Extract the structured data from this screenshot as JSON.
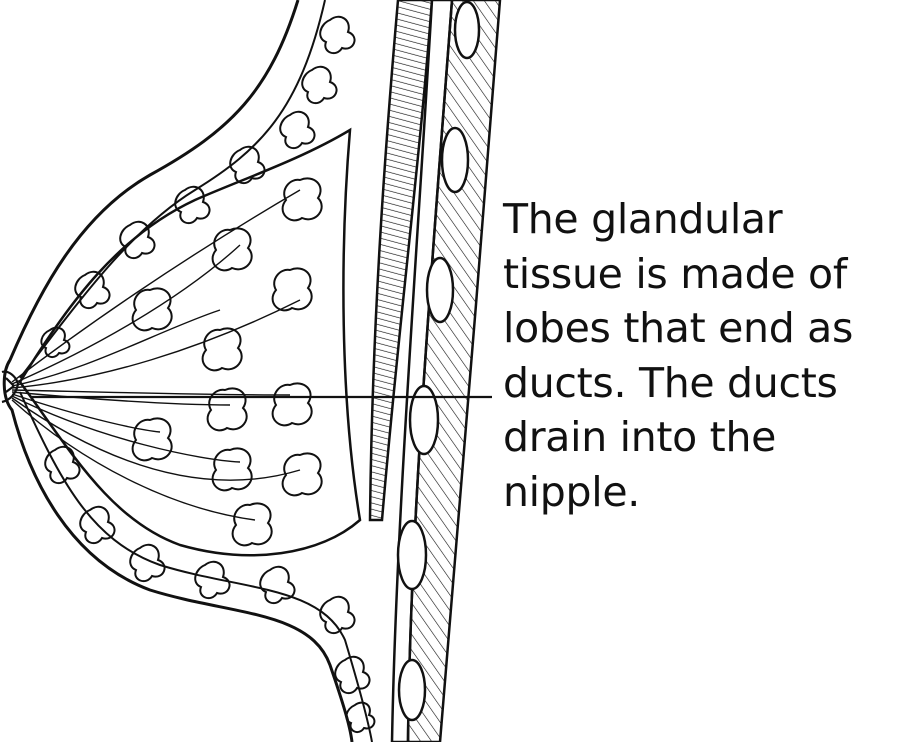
{
  "figure": {
    "caption_lines": [
      "The glandular",
      "tissue is made of",
      "lobes that end as",
      "ducts. The ducts",
      "drain into the",
      "nipple."
    ]
  },
  "colors": {
    "ink": "#111111",
    "background": "#ffffff"
  }
}
